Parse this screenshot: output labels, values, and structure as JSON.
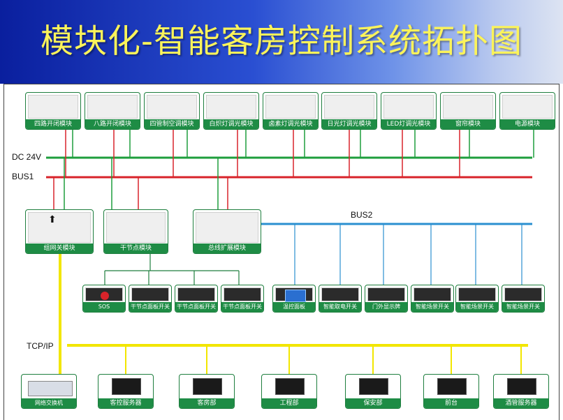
{
  "title": "模块化-智能客房控制系统拓扑图",
  "buses": {
    "dc24v": "DC 24V",
    "bus1": "BUS1",
    "bus2": "BUS2",
    "tcpip": "TCP/IP"
  },
  "colors": {
    "dc_line": "#1e9e3c",
    "bus1_line": "#d8232a",
    "bus2_line": "#2a8fd0",
    "tcp_line": "#f2e600",
    "label_green": "#1e8c45",
    "title_yellow": "#fbf35a"
  },
  "top_modules": [
    "四路开闭模块",
    "八路开闭模块",
    "四管制空调模块",
    "白炽灯调光模块",
    "卤素灯调光模块",
    "日光灯调光模块",
    "LED灯调光模块",
    "窗帘模块",
    "电源模块"
  ],
  "mid_modules": [
    "组网关模块",
    "干节点模块",
    "总线扩展模块"
  ],
  "dry_contact_devices": [
    "SOS",
    "干节点面板开关",
    "干节点面板开关",
    "干节点面板开关"
  ],
  "bus2_devices": [
    "温控面板",
    "智能取电开关",
    "门外显示牌",
    "智能场景开关",
    "智能场景开关",
    "智能场景开关"
  ],
  "network": [
    "网络交换机",
    "客控服务器",
    "客房部",
    "工程部",
    "保安部",
    "前台",
    "酒管服务器"
  ]
}
